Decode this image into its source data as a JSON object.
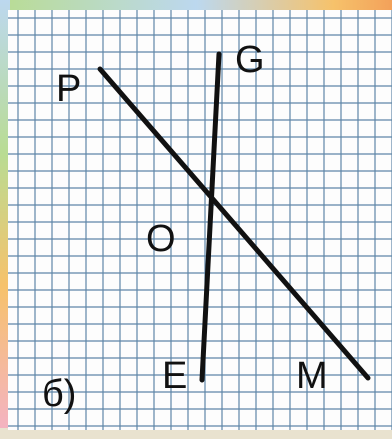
{
  "panel_label": "б)",
  "points": {
    "P": "P",
    "G": "G",
    "O": "O",
    "E": "E",
    "M": "M"
  },
  "colors": {
    "paper": "#fdfdfd",
    "grid": "#5f86a8",
    "line": "#111111",
    "frame_green": "#b9dc93",
    "frame_orange": "#f6c26b",
    "frame_blue": "#bcd8ef",
    "frame_pink": "#f4b2c8"
  }
}
